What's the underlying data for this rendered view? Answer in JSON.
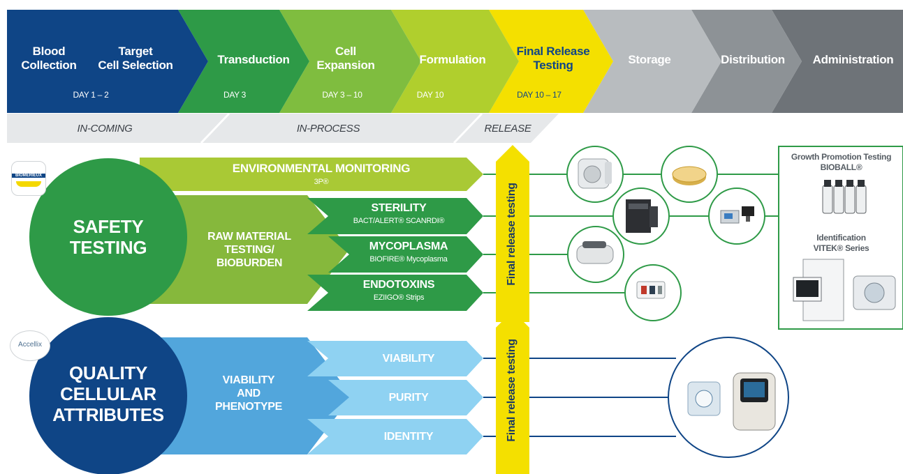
{
  "process_steps": [
    {
      "label_1": "Blood",
      "label_2": "Collection",
      "day": ""
    },
    {
      "label_1": "Target",
      "label_2": "Cell Selection",
      "day": "DAY 1 – 2"
    },
    {
      "label_1": "Transduction",
      "label_2": "",
      "day": "DAY 3"
    },
    {
      "label_1": "Cell",
      "label_2": "Expansion",
      "day": "DAY 3 – 10"
    },
    {
      "label_1": "Formulation",
      "label_2": "",
      "day": "DAY 10"
    },
    {
      "label_1": "Final Release",
      "label_2": "Testing",
      "day": "DAY 10 – 17"
    },
    {
      "label_1": "Storage",
      "label_2": "",
      "day": ""
    },
    {
      "label_1": "Distribution",
      "label_2": "",
      "day": ""
    },
    {
      "label_1": "Administration",
      "label_2": "",
      "day": ""
    }
  ],
  "phases": [
    "IN-COMING",
    "IN-PROCESS",
    "RELEASE"
  ],
  "safety": {
    "title_1": "SAFETY",
    "title_2": "TESTING",
    "logo_text": "BIOMÉRIEUX",
    "env_title": "ENVIRONMENTAL MONITORING",
    "env_sub": "3P®",
    "raw_1": "RAW MATERIAL",
    "raw_2": "TESTING/",
    "raw_3": "BIOBURDEN",
    "tests": [
      {
        "title": "STERILITY",
        "sub": "BACT/ALERT®   SCANRDI®"
      },
      {
        "title": "MYCOPLASMA",
        "sub": "BIOFIRE® Mycoplasma"
      },
      {
        "title": "ENDOTOXINS",
        "sub": "EZIIGO® Strips"
      }
    ]
  },
  "quality": {
    "title_1": "QUALITY",
    "title_2": "CELLULAR",
    "title_3": "ATTRIBUTES",
    "logo_text": "Accellix",
    "vp_1": "VIABILITY",
    "vp_2": "AND",
    "vp_3": "PHENOTYPE",
    "tests": [
      "VIABILITY",
      "PURITY",
      "IDENTITY"
    ]
  },
  "final_release_label": "Final release testing",
  "right_panel": {
    "gp_1": "Growth Promotion Testing",
    "gp_2": "BIOBALL®",
    "id_1": "Identification",
    "id_2": "VITEK® Series"
  },
  "colors": {
    "navy": "#0f4586",
    "green_dark": "#2e9a47",
    "green_mid": "#57ad3e",
    "green_light": "#8dc043",
    "lime": "#aecd2e",
    "yellow": "#f4e000",
    "blue_mid": "#52a6dc",
    "blue_light": "#8fd2f2",
    "grey": "#9fa4a8"
  }
}
